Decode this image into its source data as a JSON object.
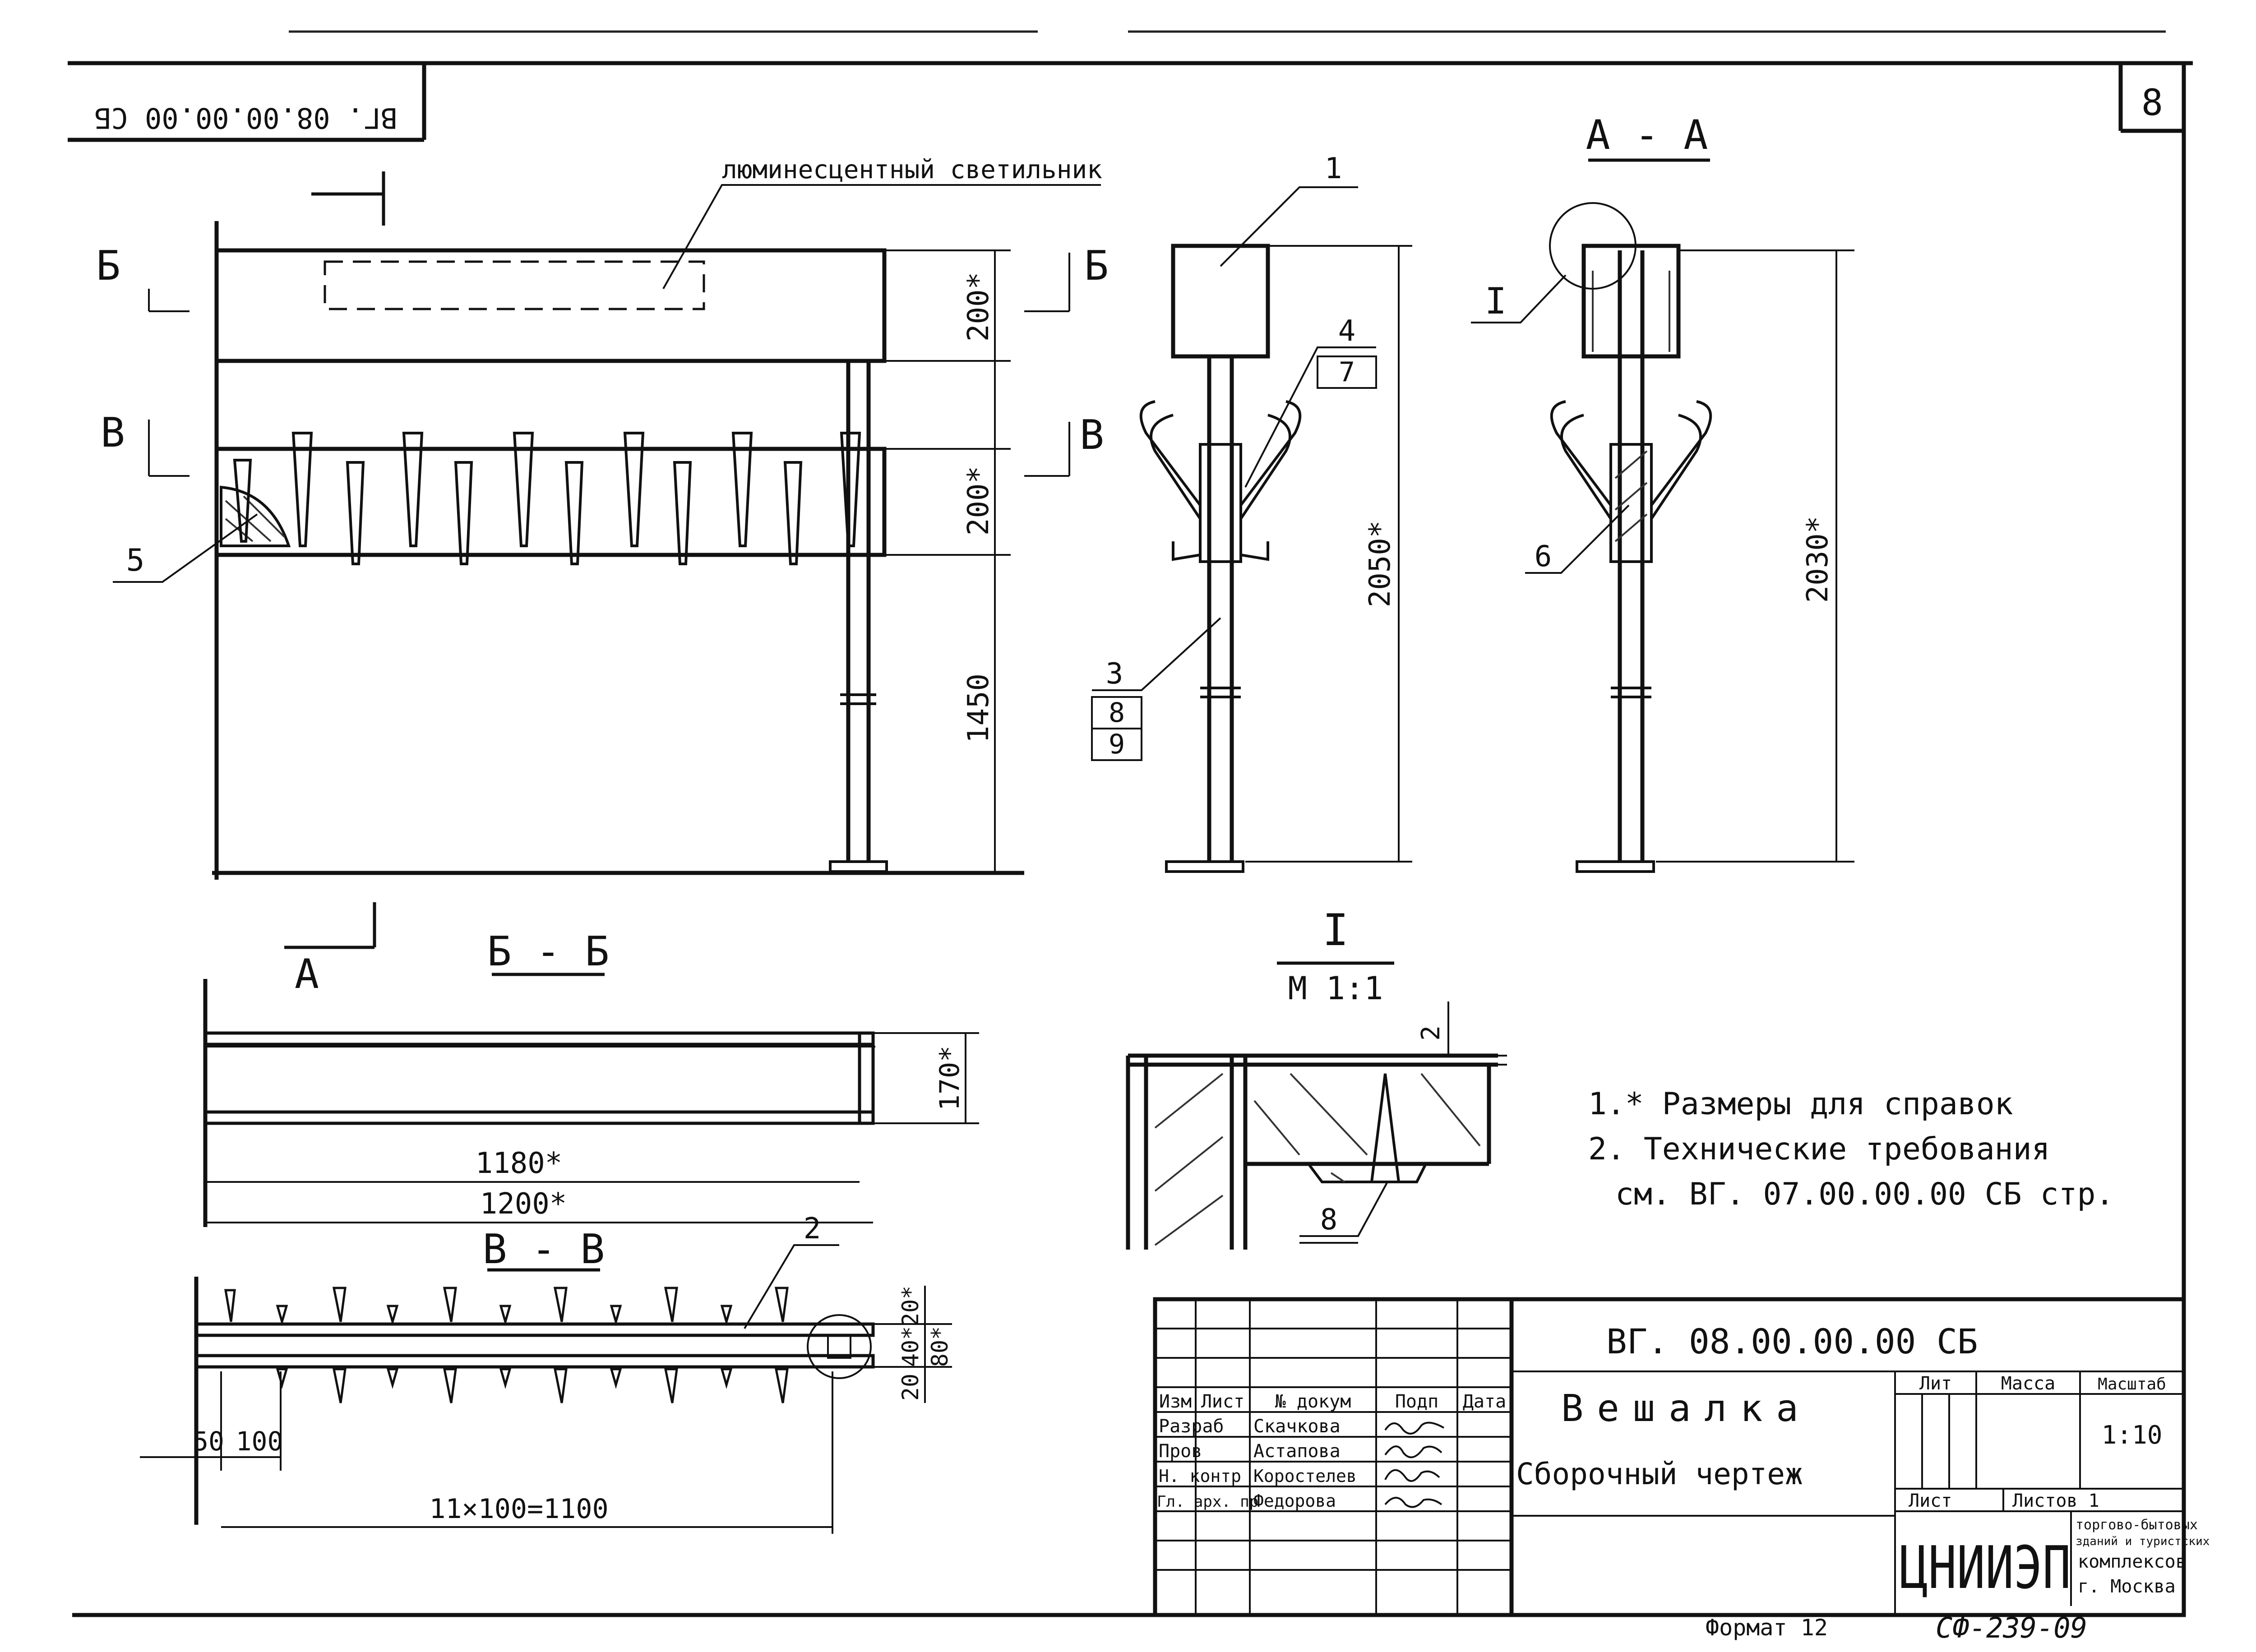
{
  "header": {
    "code_mirrored": "ВГ. 08.00.00.00 СБ",
    "sheet_number": "8"
  },
  "labels": {
    "lamp": "люминесцентный светильник",
    "section_B": "Б",
    "section_V": "В",
    "section_A": "А",
    "section_AA": "А - А",
    "section_BB": "Б - Б",
    "section_VV": "В - В",
    "detail_I": "I",
    "detail_scale": "М 1:1"
  },
  "positions": {
    "p1": "1",
    "p2": "2",
    "p3": "3",
    "p4": "4",
    "p5": "5",
    "p6": "6",
    "p7": "7",
    "p8": "8",
    "p9": "9",
    "pI": "I"
  },
  "dimensions": {
    "d200a": "200*",
    "d200b": "200*",
    "d1450": "1450",
    "d2050": "2050*",
    "d2030": "2030*",
    "d170": "170*",
    "d1180": "1180*",
    "d1200": "1200*",
    "d20a": "20*",
    "d40": "40*",
    "d80": "80*",
    "d20b": "20",
    "d50": "50",
    "d100": "100",
    "d1100": "11×100=1100",
    "d2": "2"
  },
  "notes": [
    "1.* Размеры для справок",
    "2. Технические требования",
    "см. ВГ. 07.00.00.00 СБ стр."
  ],
  "title_block": {
    "doc_code": "ВГ. 08.00.00.00 СБ",
    "title": "Вешалка",
    "subtitle": "Сборочный чертеж",
    "col_headers": [
      "Изм",
      "Лист",
      "№ докум",
      "Подп",
      "Дата"
    ],
    "roles": [
      "Разраб",
      "Пров",
      "Н. контр",
      "Гл. арх. пр"
    ],
    "names": [
      "Скачкова",
      "Астапова",
      "Коростелев",
      "Федорова"
    ],
    "lit_label": "Лит",
    "mass_label": "Масса",
    "scale_label": "Масштаб",
    "scale_value": "1:10",
    "sheet_label": "Лист",
    "sheets_label": "Листов 1",
    "org_logo": "ЦНИИЭП",
    "org_name_1": "торгово-бытовых",
    "org_name_2": "зданий и туристских",
    "org_name_3": "комплексов",
    "org_name_4": "г. Москва"
  },
  "footer": {
    "format": "Формат 12",
    "archive": "СФ-239-09"
  }
}
